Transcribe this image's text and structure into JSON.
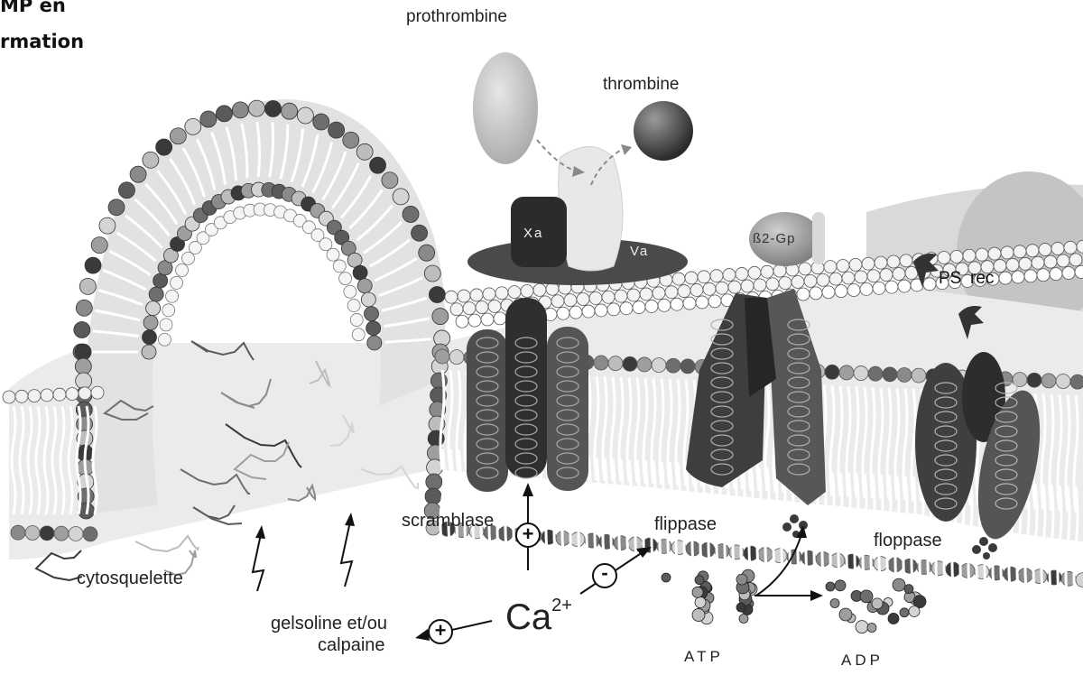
{
  "heading": {
    "line1": "MP en",
    "line2": "rmation"
  },
  "labels": {
    "prothrombine": "prothrombine",
    "thrombine": "thrombine",
    "xa": "Xa",
    "va": "Va",
    "b2gp": "ß2-Gp",
    "ps": "PS",
    "rec": "rec",
    "scramblase": "scramblase",
    "flippase": "flippase",
    "floppase": "floppase",
    "cytosquelette": "cytosquelette",
    "gelsoline": "gelsoline et/ou",
    "calpaine": "calpaine",
    "ca": "Ca",
    "ca_charge": "2+",
    "atp": "ATP",
    "adp": "ADP",
    "plus": "+",
    "minus": "-"
  }
}
